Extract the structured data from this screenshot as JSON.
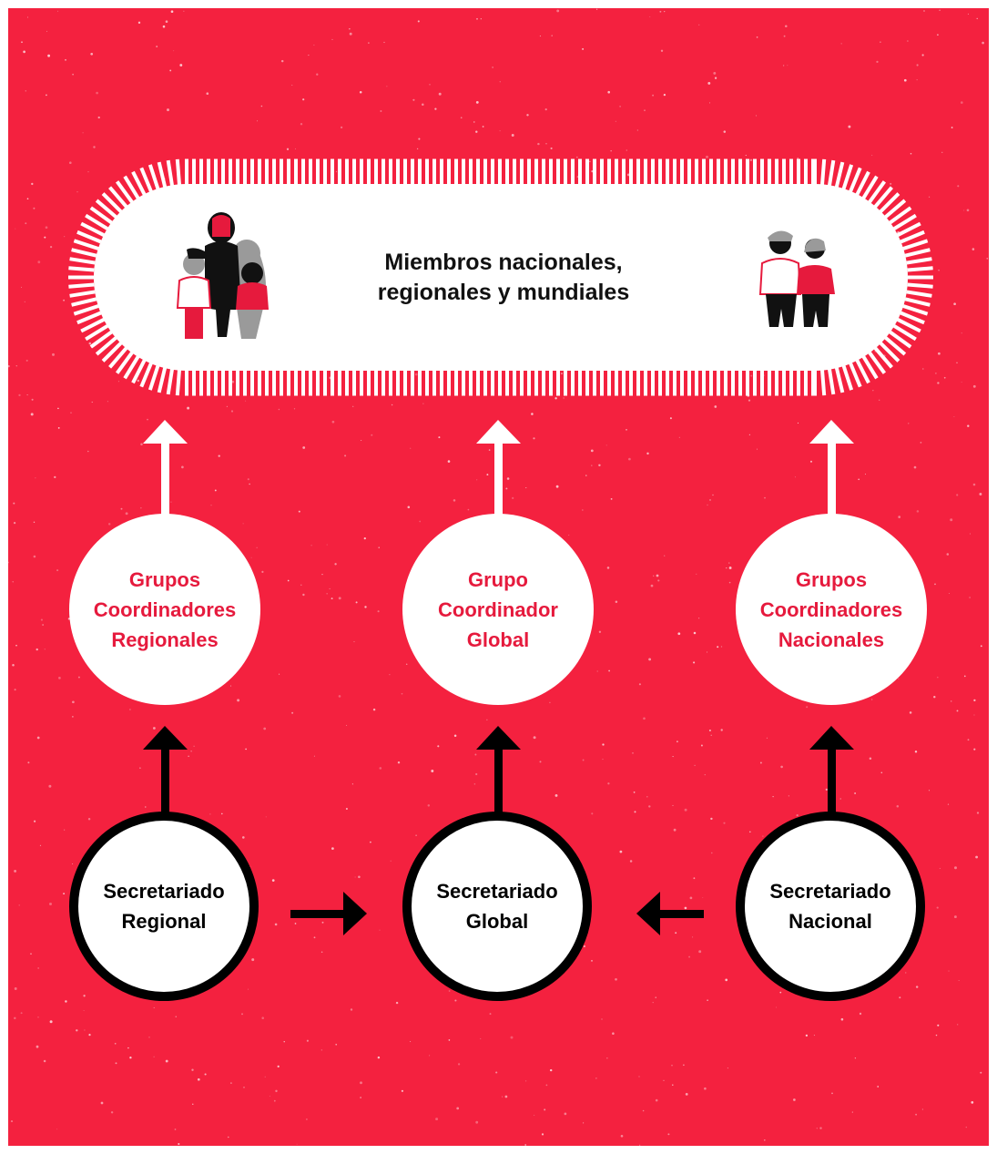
{
  "top_node": {
    "line1": "Miembros nacionales,",
    "line2": "regionales y mundiales"
  },
  "coordinators": [
    {
      "lines": [
        "Grupos",
        "Coordinadores",
        "Regionales"
      ]
    },
    {
      "lines": [
        "Grupo",
        "Coordinador",
        "Global"
      ]
    },
    {
      "lines": [
        "Grupos",
        "Coordinadores",
        "Nacionales"
      ]
    }
  ],
  "secretariats": [
    {
      "lines": [
        "Secretariado",
        "Regional"
      ]
    },
    {
      "lines": [
        "Secretariado",
        "Global"
      ]
    },
    {
      "lines": [
        "Secretariado",
        "Nacional"
      ]
    }
  ],
  "icons": [
    "people-group-left-icon",
    "people-group-right-icon"
  ],
  "colors": {
    "background": "#f4213f",
    "coordinator_text": "#e61a3d",
    "secretariat_border": "#000000",
    "arrow_light": "#ffffff",
    "arrow_dark": "#000000"
  }
}
